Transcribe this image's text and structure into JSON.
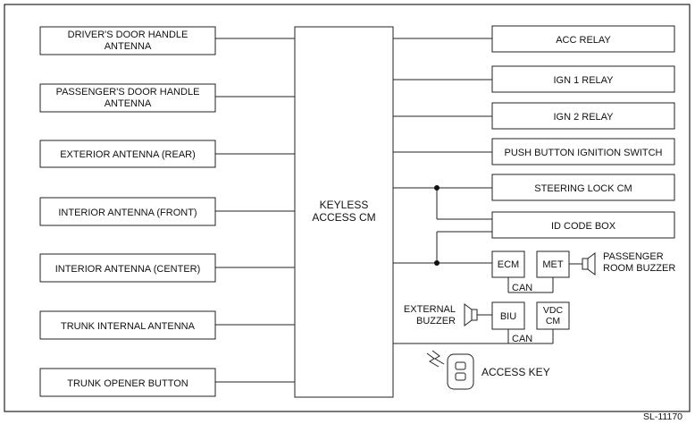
{
  "left_components": [
    {
      "line1": "DRIVER'S DOOR HANDLE",
      "line2": "ANTENNA"
    },
    {
      "line1": "PASSENGER'S DOOR HANDLE",
      "line2": "ANTENNA"
    },
    {
      "line1": "EXTERIOR ANTENNA (REAR)"
    },
    {
      "line1": "INTERIOR ANTENNA (FRONT)"
    },
    {
      "line1": "INTERIOR ANTENNA (CENTER)"
    },
    {
      "line1": "TRUNK INTERNAL ANTENNA"
    },
    {
      "line1": "TRUNK OPENER BUTTON"
    }
  ],
  "center_module": {
    "line1": "KEYLESS",
    "line2": "ACCESS CM"
  },
  "right_components": [
    {
      "label": "ACC RELAY"
    },
    {
      "label": "IGN 1 RELAY"
    },
    {
      "label": "IGN 2 RELAY"
    },
    {
      "label": "PUSH BUTTON IGNITION SWITCH"
    },
    {
      "label": "STEERING LOCK CM"
    },
    {
      "label": "ID CODE BOX"
    }
  ],
  "can_modules": {
    "ecm": "ECM",
    "met": "MET",
    "biu": "BIU",
    "vdc_line1": "VDC",
    "vdc_line2": "CM",
    "can_label_upper": "CAN",
    "can_label_lower": "CAN"
  },
  "passenger_buzzer": {
    "line1": "PASSENGER",
    "line2": "ROOM BUZZER"
  },
  "external_buzzer": {
    "line1": "EXTERNAL",
    "line2": "BUZZER"
  },
  "access_key": {
    "label": "ACCESS KEY"
  },
  "figure_code": "SL-11170"
}
